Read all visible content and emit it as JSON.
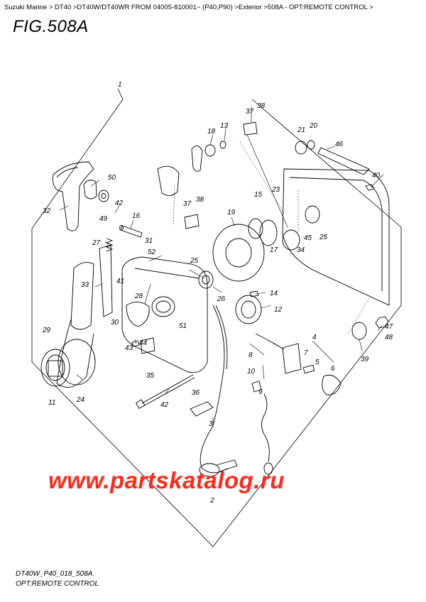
{
  "breadcrumb": {
    "text": "Suzuki Marine > DT40 >DT40W/DT40WR FROM 04005-810001~ (P40,P90) >Exterior >508A - OPT:REMOTE CONTROL >"
  },
  "figure": {
    "title": "FIG.508A",
    "code": "DT40W_P40_018_508A",
    "name": "OPT:REMOTE CONTROL"
  },
  "watermark": "www.partskatalog.ru",
  "callouts": {
    "c1": "1",
    "c2": "2",
    "c3": "3",
    "c4": "4",
    "c5": "5",
    "c6": "6",
    "c7": "7",
    "c8": "8",
    "c9": "9",
    "c10": "10",
    "c11": "11",
    "c12": "12",
    "c13": "13",
    "c14": "14",
    "c15": "15",
    "c16": "16",
    "c17": "17",
    "c18": "18",
    "c19": "19",
    "c20": "20",
    "c21": "21",
    "c23": "23",
    "c24": "24",
    "c25a": "25",
    "c25b": "25",
    "c26": "26",
    "c27": "27",
    "c28": "28",
    "c29": "29",
    "c30": "30",
    "c31": "31",
    "c32": "32",
    "c33": "33",
    "c34": "34",
    "c35": "35",
    "c36": "36",
    "c37a": "37",
    "c37b": "37",
    "c38a": "38",
    "c38b": "38",
    "c39": "39",
    "c40": "40",
    "c41": "41",
    "c42a": "42",
    "c42b": "42",
    "c43": "43",
    "c44": "44",
    "c45": "45",
    "c46": "46",
    "c47": "47",
    "c48": "48",
    "c49": "49",
    "c50": "50",
    "c51": "51",
    "c52": "52"
  }
}
